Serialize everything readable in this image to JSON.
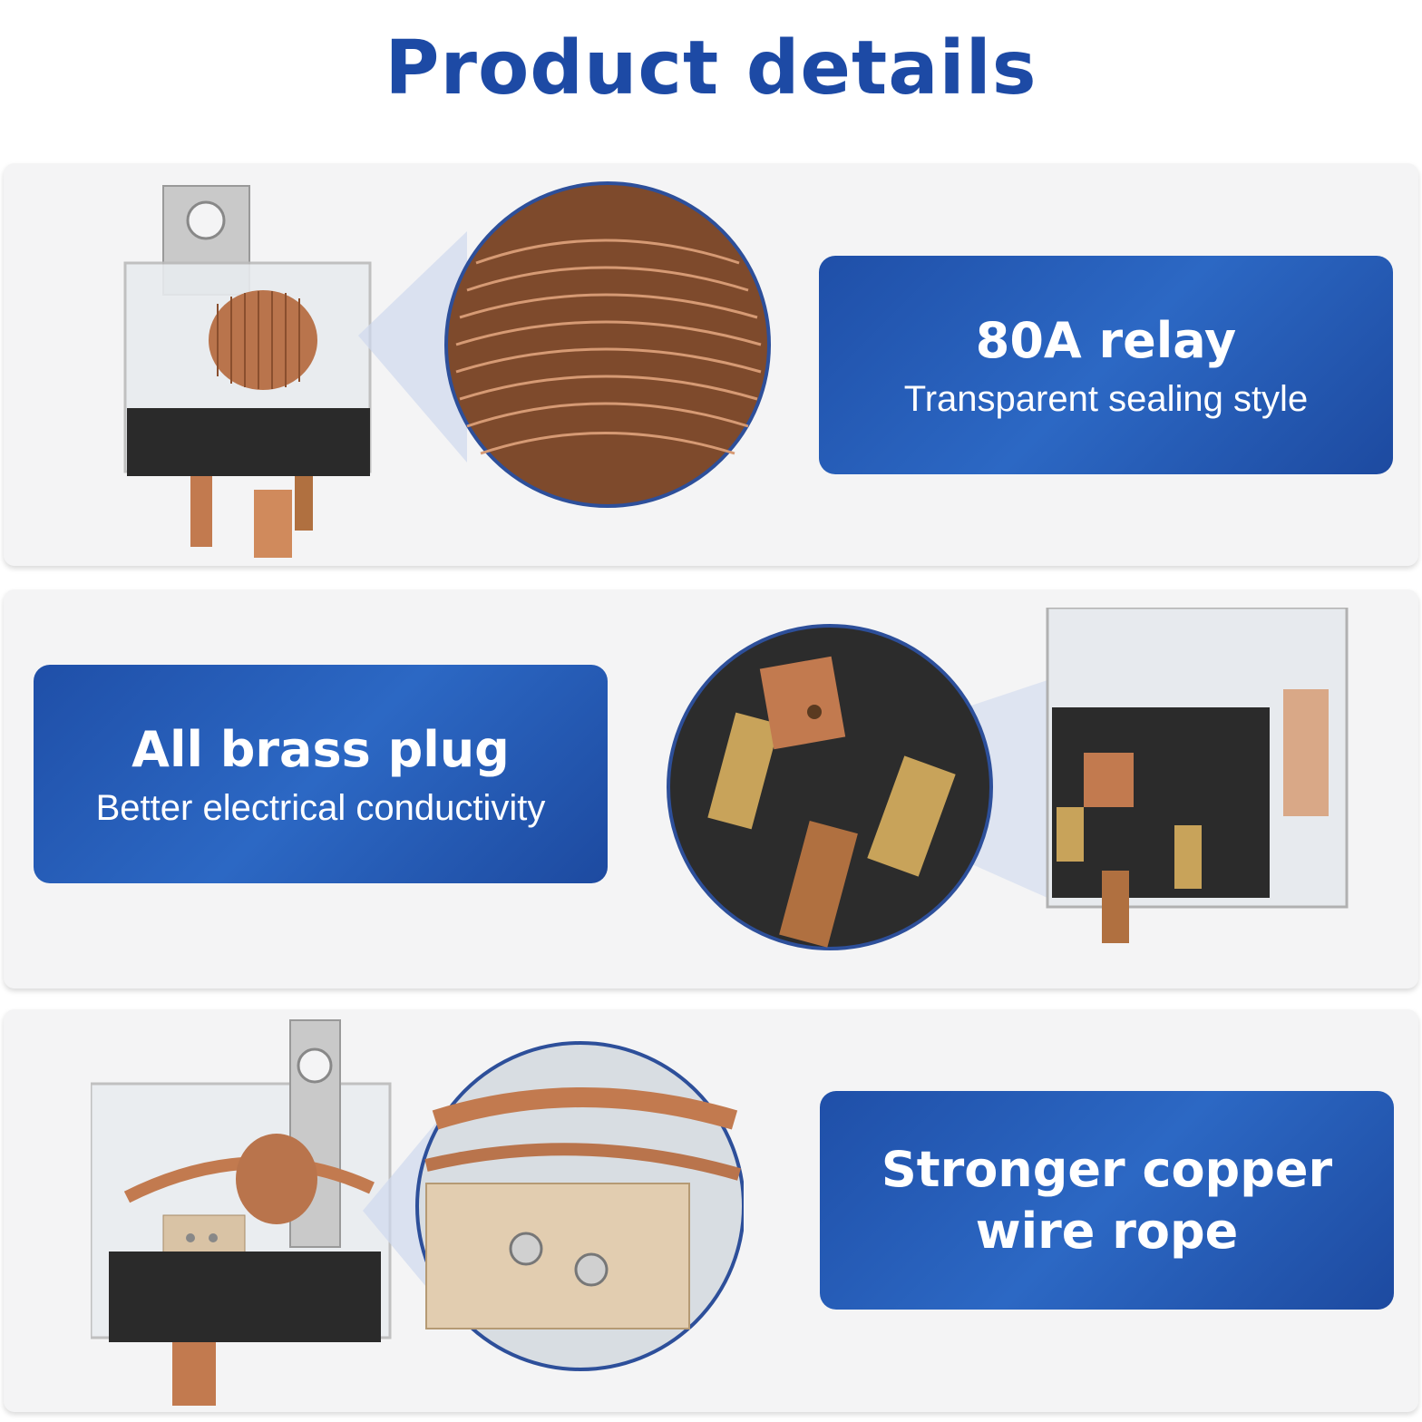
{
  "title": "Product details",
  "features": [
    {
      "heading": "80A relay",
      "subtitle": "Transparent sealing style"
    },
    {
      "heading": "All brass plug",
      "subtitle": "Better electrical conductivity"
    },
    {
      "heading_line1": "Stronger copper",
      "heading_line2": "wire rope"
    }
  ],
  "colors": {
    "brand_blue": "#1d4aa5",
    "card_blue": "#2a63bf",
    "copper": "#c27a4f",
    "brass": "#c8a35a"
  }
}
